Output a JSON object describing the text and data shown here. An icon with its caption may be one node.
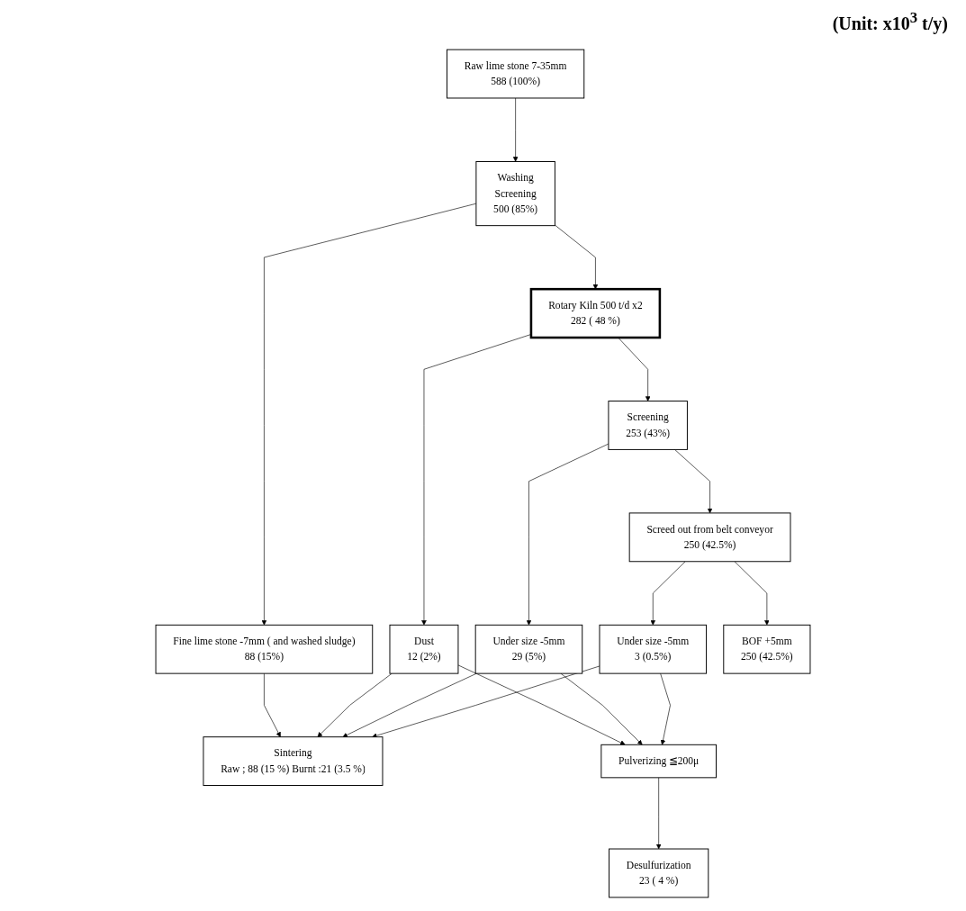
{
  "diagram": {
    "nodes": [
      {
        "text": [
          "Raw lime stone 7-35mm",
          "588 (100%)"
        ]
      },
      {
        "text": [
          "Washing",
          "Screening",
          "500 (85%)"
        ]
      },
      {
        "text": [
          "Fine lime stone -7mm ( and washed sludge)",
          "88 (15%)"
        ]
      },
      {
        "text": [
          "Rotary Kiln 500 t/d x2",
          "282 ( 48 %)"
        ]
      },
      {
        "text": [
          "Dust",
          "12 (2%)"
        ]
      },
      {
        "text": [
          "Sintering",
          "Raw ; 88 (15 %) Burnt :21 (3.5 %)"
        ]
      },
      {
        "text": [
          "Screening",
          "253 (43%)"
        ]
      },
      {
        "text": [
          "Under size -5mm",
          "29 (5%)"
        ]
      },
      {
        "text": [
          "Screed out from belt conveyor",
          "250 (42.5%)"
        ]
      },
      {
        "text": [
          "Under size -5mm",
          "3 (0.5%)"
        ]
      },
      {
        "text": [
          "Pulverizing ≦200μ"
        ]
      },
      {
        "text": [
          "BOF +5mm",
          "250 (42.5%)"
        ]
      },
      {
        "text": [
          "Desulfurization",
          "23 ( 4 %)"
        ]
      }
    ],
    "edges": [
      {
        "from": 0,
        "to": 1,
        "arrow": "to"
      },
      {
        "from": 1,
        "to": 2,
        "arrow": "to"
      },
      {
        "from": 1,
        "to": 3,
        "arrow": "to"
      },
      {
        "from": 2,
        "to": 5,
        "arrow": "to"
      },
      {
        "from": 3,
        "to": 4,
        "arrow": "to"
      },
      {
        "from": 3,
        "to": 6,
        "arrow": "to"
      },
      {
        "from": 4,
        "to": 5,
        "arrow": "to"
      },
      {
        "from": 7,
        "to": 5,
        "arrow": "to"
      },
      {
        "from": 9,
        "to": 5,
        "arrow": "to"
      },
      {
        "from": 4,
        "to": 10,
        "arrow": "to"
      },
      {
        "from": 7,
        "to": 10,
        "arrow": "to"
      },
      {
        "from": 9,
        "to": 10,
        "arrow": "to"
      },
      {
        "from": 6,
        "to": 7,
        "arrow": "to"
      },
      {
        "from": 6,
        "to": 8,
        "arrow": "to"
      },
      {
        "from": 8,
        "to": 9,
        "arrow": "to"
      },
      {
        "from": 8,
        "to": 11,
        "arrow": "to"
      },
      {
        "from": 10,
        "to": 12,
        "arrow": "to"
      }
    ],
    "labels": [
      "(Unit: x10$^{3}$ t/y)"
    ]
  }
}
